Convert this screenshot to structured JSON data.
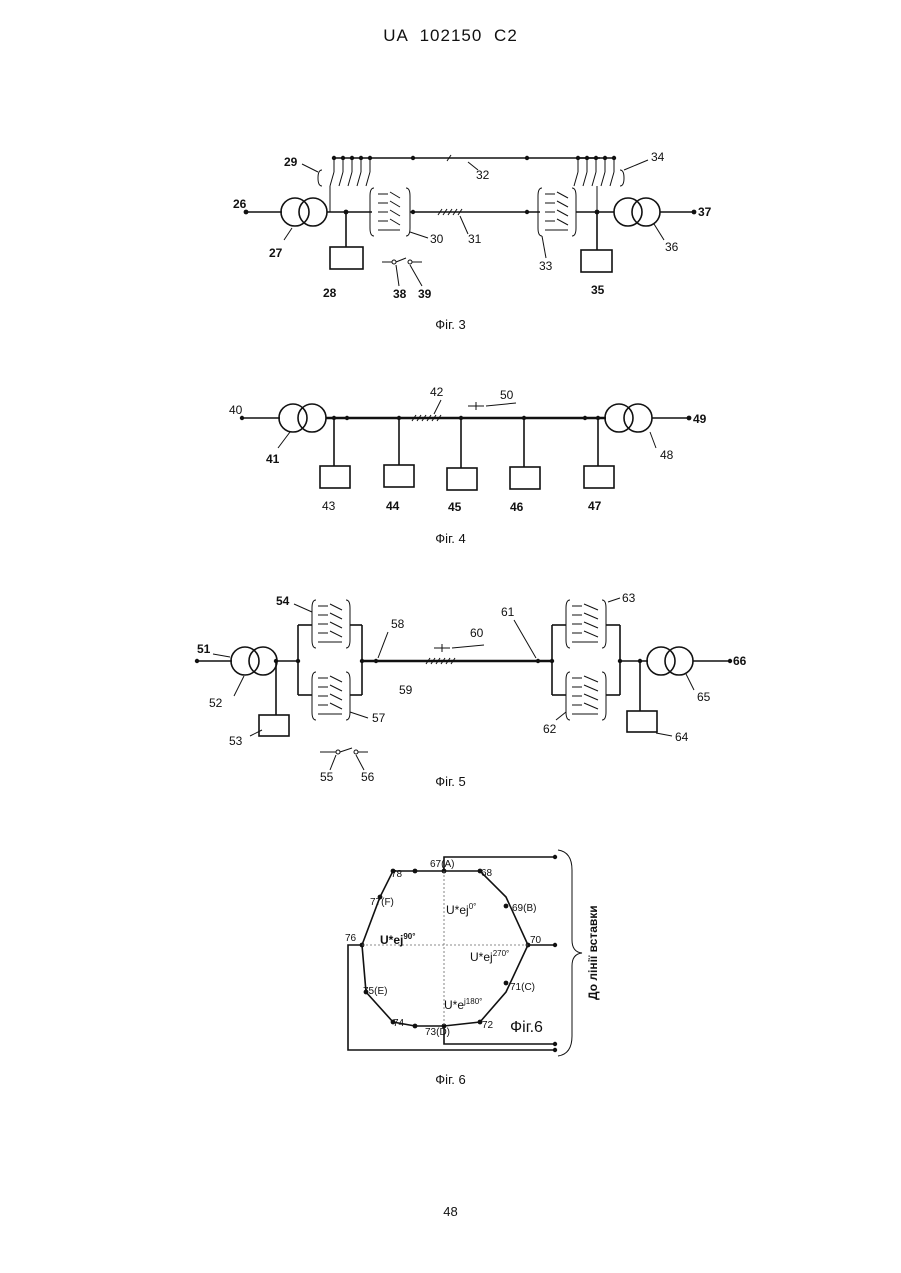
{
  "header": "UA  102150  C2",
  "page_number": "48",
  "fig3": {
    "caption": "Фіг. 3",
    "labels": {
      "l26": "26",
      "l27": "27",
      "l28": "28",
      "l29": "29",
      "l30": "30",
      "l31": "31",
      "l32": "32",
      "l33": "33",
      "l34": "34",
      "l35": "35",
      "l36": "36",
      "l37": "37",
      "l38": "38",
      "l39": "39"
    }
  },
  "fig4": {
    "caption": "Фіг. 4",
    "labels": {
      "l40": "40",
      "l41": "41",
      "l42": "42",
      "l43": "43",
      "l44": "44",
      "l45": "45",
      "l46": "46",
      "l47": "47",
      "l48": "48",
      "l49": "49",
      "l50": "50"
    }
  },
  "fig5": {
    "caption": "Фіг. 5",
    "labels": {
      "l51": "51",
      "l52": "52",
      "l53": "53",
      "l54": "54",
      "l55": "55",
      "l56": "56",
      "l57": "57",
      "l58": "58",
      "l59": "59",
      "l60": "60",
      "l61": "61",
      "l62": "62",
      "l63": "63",
      "l64": "64",
      "l65": "65",
      "l66": "66"
    }
  },
  "fig6": {
    "caption": "Фіг. 6",
    "inner_title": "Фіг.6",
    "side_label": "До лінії вставки",
    "nodes": {
      "n67": "67(A)",
      "n68": "68",
      "n69": "69(B)",
      "n70": "70",
      "n71": "71(C)",
      "n72": "72",
      "n73": "73(D)",
      "n74": "74",
      "n75": "75(E)",
      "n76": "76",
      "n77": "77(F)",
      "n78": "78"
    },
    "phasors": {
      "p0_base": "U*ej",
      "p0_exp": "0°",
      "p90_base": "U*ej",
      "p90_exp": "90°",
      "p270_base": "U*ej",
      "p270_exp": "270°",
      "p180_base": "U*e",
      "p180_exp": "j180°"
    }
  }
}
